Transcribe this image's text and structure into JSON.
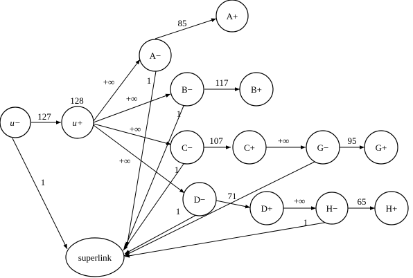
{
  "diagram": {
    "nodes": {
      "u_minus": "u−",
      "u_plus": "u+",
      "a_minus": "A−",
      "a_plus": "A+",
      "b_minus": "B−",
      "b_plus": "B+",
      "c_minus": "C−",
      "c_plus": "C+",
      "d_minus": "D−",
      "d_plus": "D+",
      "g_minus": "G−",
      "g_plus": "G+",
      "h_minus": "H−",
      "h_plus": "H+",
      "superlink": "superlink"
    },
    "edges": {
      "u_minus_u_plus": "127",
      "u_plus_capacity": "128",
      "u_minus_superlink": "1",
      "u_plus_a_minus": "+∞",
      "u_plus_b_minus": "+∞",
      "u_plus_c_minus": "+∞",
      "u_plus_d_minus": "+∞",
      "a_minus_a_plus": "85",
      "a_minus_superlink": "1",
      "b_minus_b_plus": "117",
      "b_minus_superlink": "1",
      "c_minus_c_plus": "107",
      "c_minus_superlink": "1",
      "c_plus_g_minus": "+∞",
      "g_minus_g_plus": "95",
      "d_minus_d_plus": "71",
      "d_minus_superlink": "1",
      "d_plus_h_minus": "+∞",
      "h_minus_h_plus": "65",
      "h_minus_superlink": "1"
    }
  }
}
